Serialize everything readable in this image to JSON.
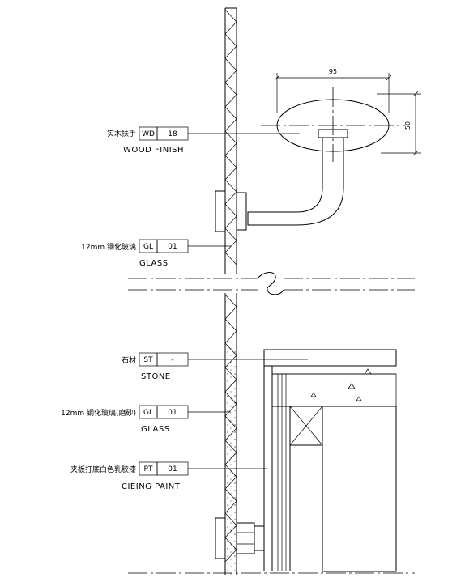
{
  "callouts": [
    {
      "cn": "实木扶手",
      "code": "WD",
      "num": "18",
      "label": "WOOD FINISH"
    },
    {
      "cn": "12mm 钢化玻璃",
      "code": "GL",
      "num": "01",
      "label": "GLASS"
    },
    {
      "cn": "石材",
      "code": "ST",
      "num": "-",
      "label": "STONE"
    },
    {
      "cn": "12mm 钢化玻璃(磨砂)",
      "code": "GL",
      "num": "01",
      "label": "GLASS"
    },
    {
      "cn": "夹板打底白色乳胶漆",
      "code": "PT",
      "num": "01",
      "label": "CIEING PAINT"
    }
  ],
  "dimensions": {
    "handrail_width": "95",
    "handrail_height": "50"
  }
}
